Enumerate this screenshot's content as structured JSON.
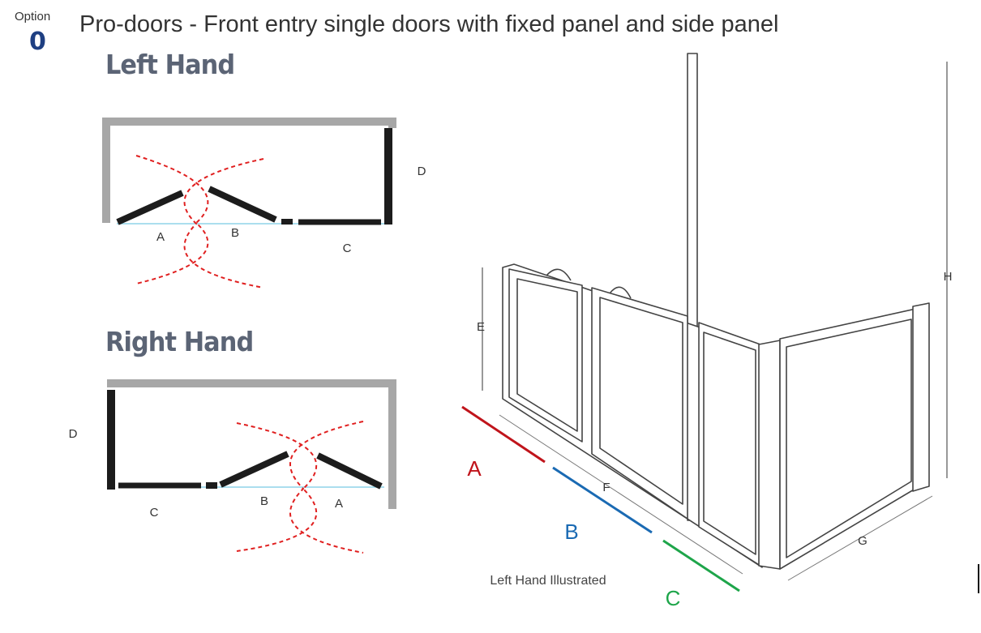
{
  "header": {
    "option_label": "Option",
    "option_number": "0",
    "title": "Pro-doors - Front entry single doors with fixed panel and side panel"
  },
  "left_plan": {
    "heading": "Left Hand",
    "labels": {
      "a": "A",
      "b": "B",
      "c": "C",
      "d": "D"
    }
  },
  "right_plan": {
    "heading": "Right Hand",
    "labels": {
      "a": "A",
      "b": "B",
      "c": "C",
      "d": "D"
    }
  },
  "iso_view": {
    "dimension_labels": {
      "e": "E",
      "f": "F",
      "g": "G",
      "h": "H"
    },
    "colored_labels": {
      "a": "A",
      "b": "B",
      "c": "C"
    },
    "caption": "Left Hand Illustrated"
  },
  "colors": {
    "wall": "#a7a7a7",
    "panel": "#1c1c1c",
    "swing": "#e02020",
    "threshold": "#8fd3e8",
    "accent_red": "#c0141b",
    "accent_blue": "#1a6ab3",
    "accent_green": "#1ea54a",
    "heading": "#5b6475",
    "option": "#1f3f82"
  }
}
